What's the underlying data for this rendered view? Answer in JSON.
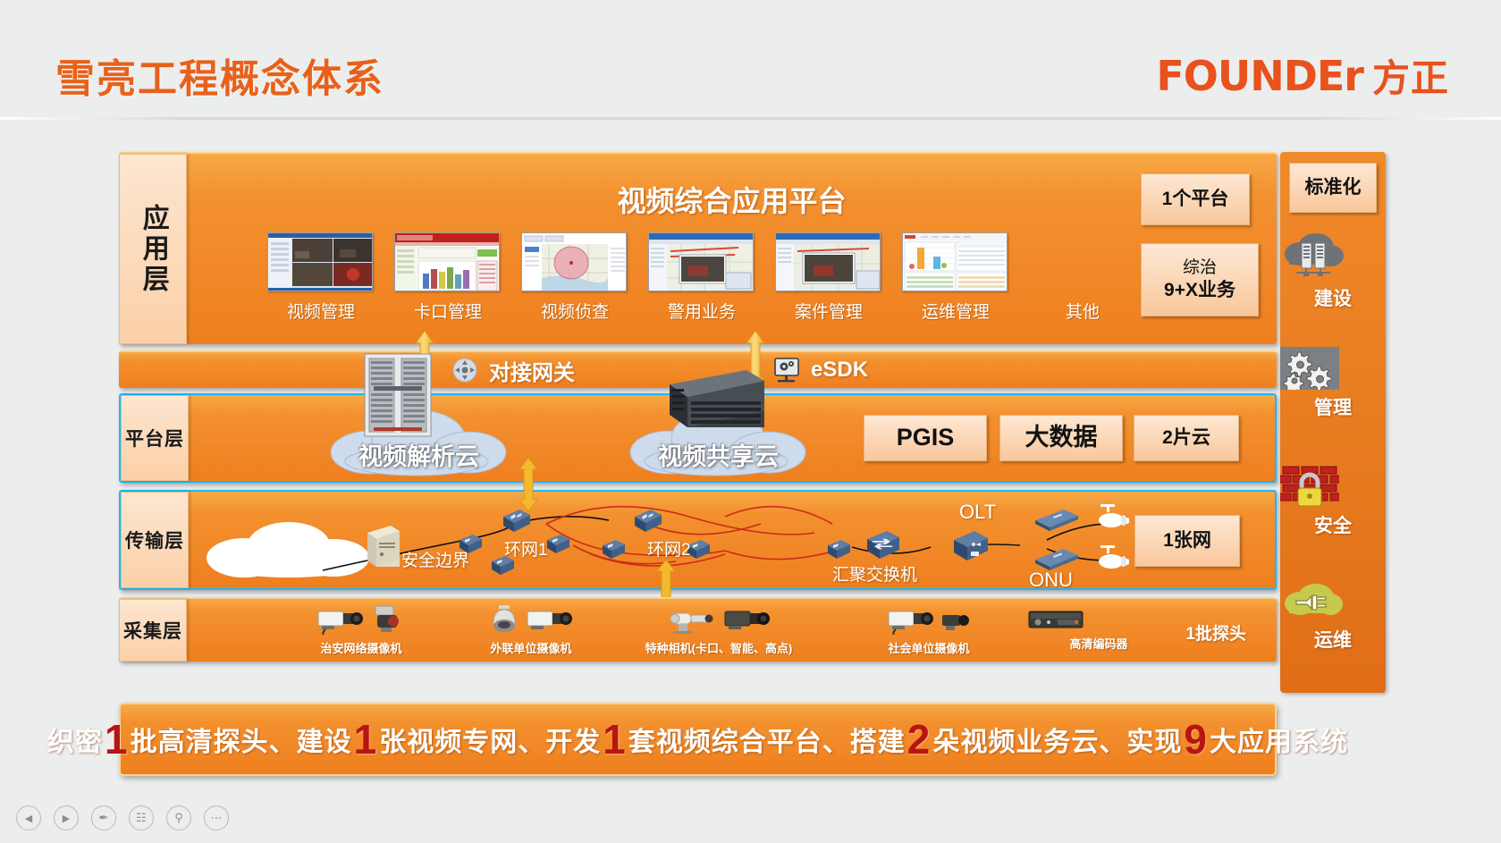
{
  "header": {
    "title": "雪亮工程概念体系",
    "logo_mark": "FOUNDEr",
    "logo_cn": "方正"
  },
  "application_layer": {
    "label": "应用层",
    "platform_title": "视频综合应用平台",
    "apps": [
      {
        "name": "视频管理",
        "thumb": "video-wall-screenshot"
      },
      {
        "name": "卡口管理",
        "thumb": "bar-chart-report-screenshot"
      },
      {
        "name": "视频侦查",
        "thumb": "map-radius-screenshot"
      },
      {
        "name": "警用业务",
        "thumb": "map-video-screenshot"
      },
      {
        "name": "案件管理",
        "thumb": "case-video-screenshot"
      },
      {
        "name": "运维管理",
        "thumb": "dashboard-screenshot"
      },
      {
        "name": "其他",
        "thumb": ""
      }
    ],
    "chips": [
      {
        "text": "1个平台"
      },
      {
        "line1": "综治",
        "line2": "9+X业务"
      }
    ]
  },
  "gateway_bar": {
    "items": [
      {
        "label": "对接网关",
        "icon": "gateway-icon"
      },
      {
        "label": "eSDK",
        "icon": "esdk-monitor-icon"
      }
    ]
  },
  "platform_layer": {
    "label": "平台层",
    "clouds": [
      {
        "label": "视频解析云",
        "icon": "server-rack-icon"
      },
      {
        "label": "视频共享云",
        "icon": "storage-array-icon"
      }
    ],
    "chips": [
      "PGIS",
      "大数据",
      "2片云"
    ]
  },
  "transmission_layer": {
    "label": "传输层",
    "nodes": [
      {
        "label": "安全边界",
        "icon": "server-icon"
      },
      {
        "label": "环网1",
        "icon": "ring-network-icon"
      },
      {
        "label": "环网2",
        "icon": "ring-network-icon"
      },
      {
        "label": "汇聚交换机",
        "icon": "switch-icon"
      },
      {
        "label": "OLT",
        "icon": "olt-icon"
      },
      {
        "label": "ONU",
        "icon": "onu-icon"
      }
    ],
    "chip": "1张网"
  },
  "collection_layer": {
    "label": "采集层",
    "devices": [
      {
        "label": "治安网络摄像机",
        "icon": "box-camera-icon"
      },
      {
        "label": "外联单位摄像机",
        "icon": "dome-camera-icon"
      },
      {
        "label": "特种相机(卡口、智能、高点)",
        "icon": "ptz-camera-icon"
      },
      {
        "label": "社会单位摄像机",
        "icon": "bullet-camera-icon"
      },
      {
        "label": "高清编码器",
        "icon": "encoder-icon"
      }
    ],
    "note": "1批探头"
  },
  "side_column": {
    "head": "标准化",
    "items": [
      {
        "label": "建设",
        "icon": "cloud-server-icon"
      },
      {
        "label": "管理",
        "icon": "gears-icon"
      },
      {
        "label": "安全",
        "icon": "firewall-lock-icon"
      },
      {
        "label": "运维",
        "icon": "plug-cloud-icon"
      }
    ]
  },
  "banner": {
    "segments": [
      {
        "type": "text",
        "value": "织密"
      },
      {
        "type": "num",
        "value": "1"
      },
      {
        "type": "text",
        "value": "批高清探头、建设"
      },
      {
        "type": "num",
        "value": "1"
      },
      {
        "type": "text",
        "value": "张视频专网、开发"
      },
      {
        "type": "num",
        "value": "1"
      },
      {
        "type": "text",
        "value": "套视频综合平台、搭建"
      },
      {
        "type": "num",
        "value": "2"
      },
      {
        "type": "text",
        "value": "朵视频业务云、实现"
      },
      {
        "type": "num",
        "value": "9"
      },
      {
        "type": "text",
        "value": "大应用系统"
      }
    ]
  },
  "toolbar": {
    "buttons": [
      {
        "name": "previous-slide",
        "glyph": "◀"
      },
      {
        "name": "next-slide",
        "glyph": "▶"
      },
      {
        "name": "pen-tool",
        "glyph": "✒"
      },
      {
        "name": "menu-tool",
        "glyph": "☷"
      },
      {
        "name": "zoom-tool",
        "glyph": "⚲"
      },
      {
        "name": "more-tool",
        "glyph": "⋯"
      }
    ]
  },
  "colors": {
    "accent_orange": "#ef7f1f",
    "brand_orange": "#e8521c",
    "highlight_blue": "#19b9f5",
    "banner_number_red": "#b81414",
    "chip_fill": "#fde8d4"
  }
}
